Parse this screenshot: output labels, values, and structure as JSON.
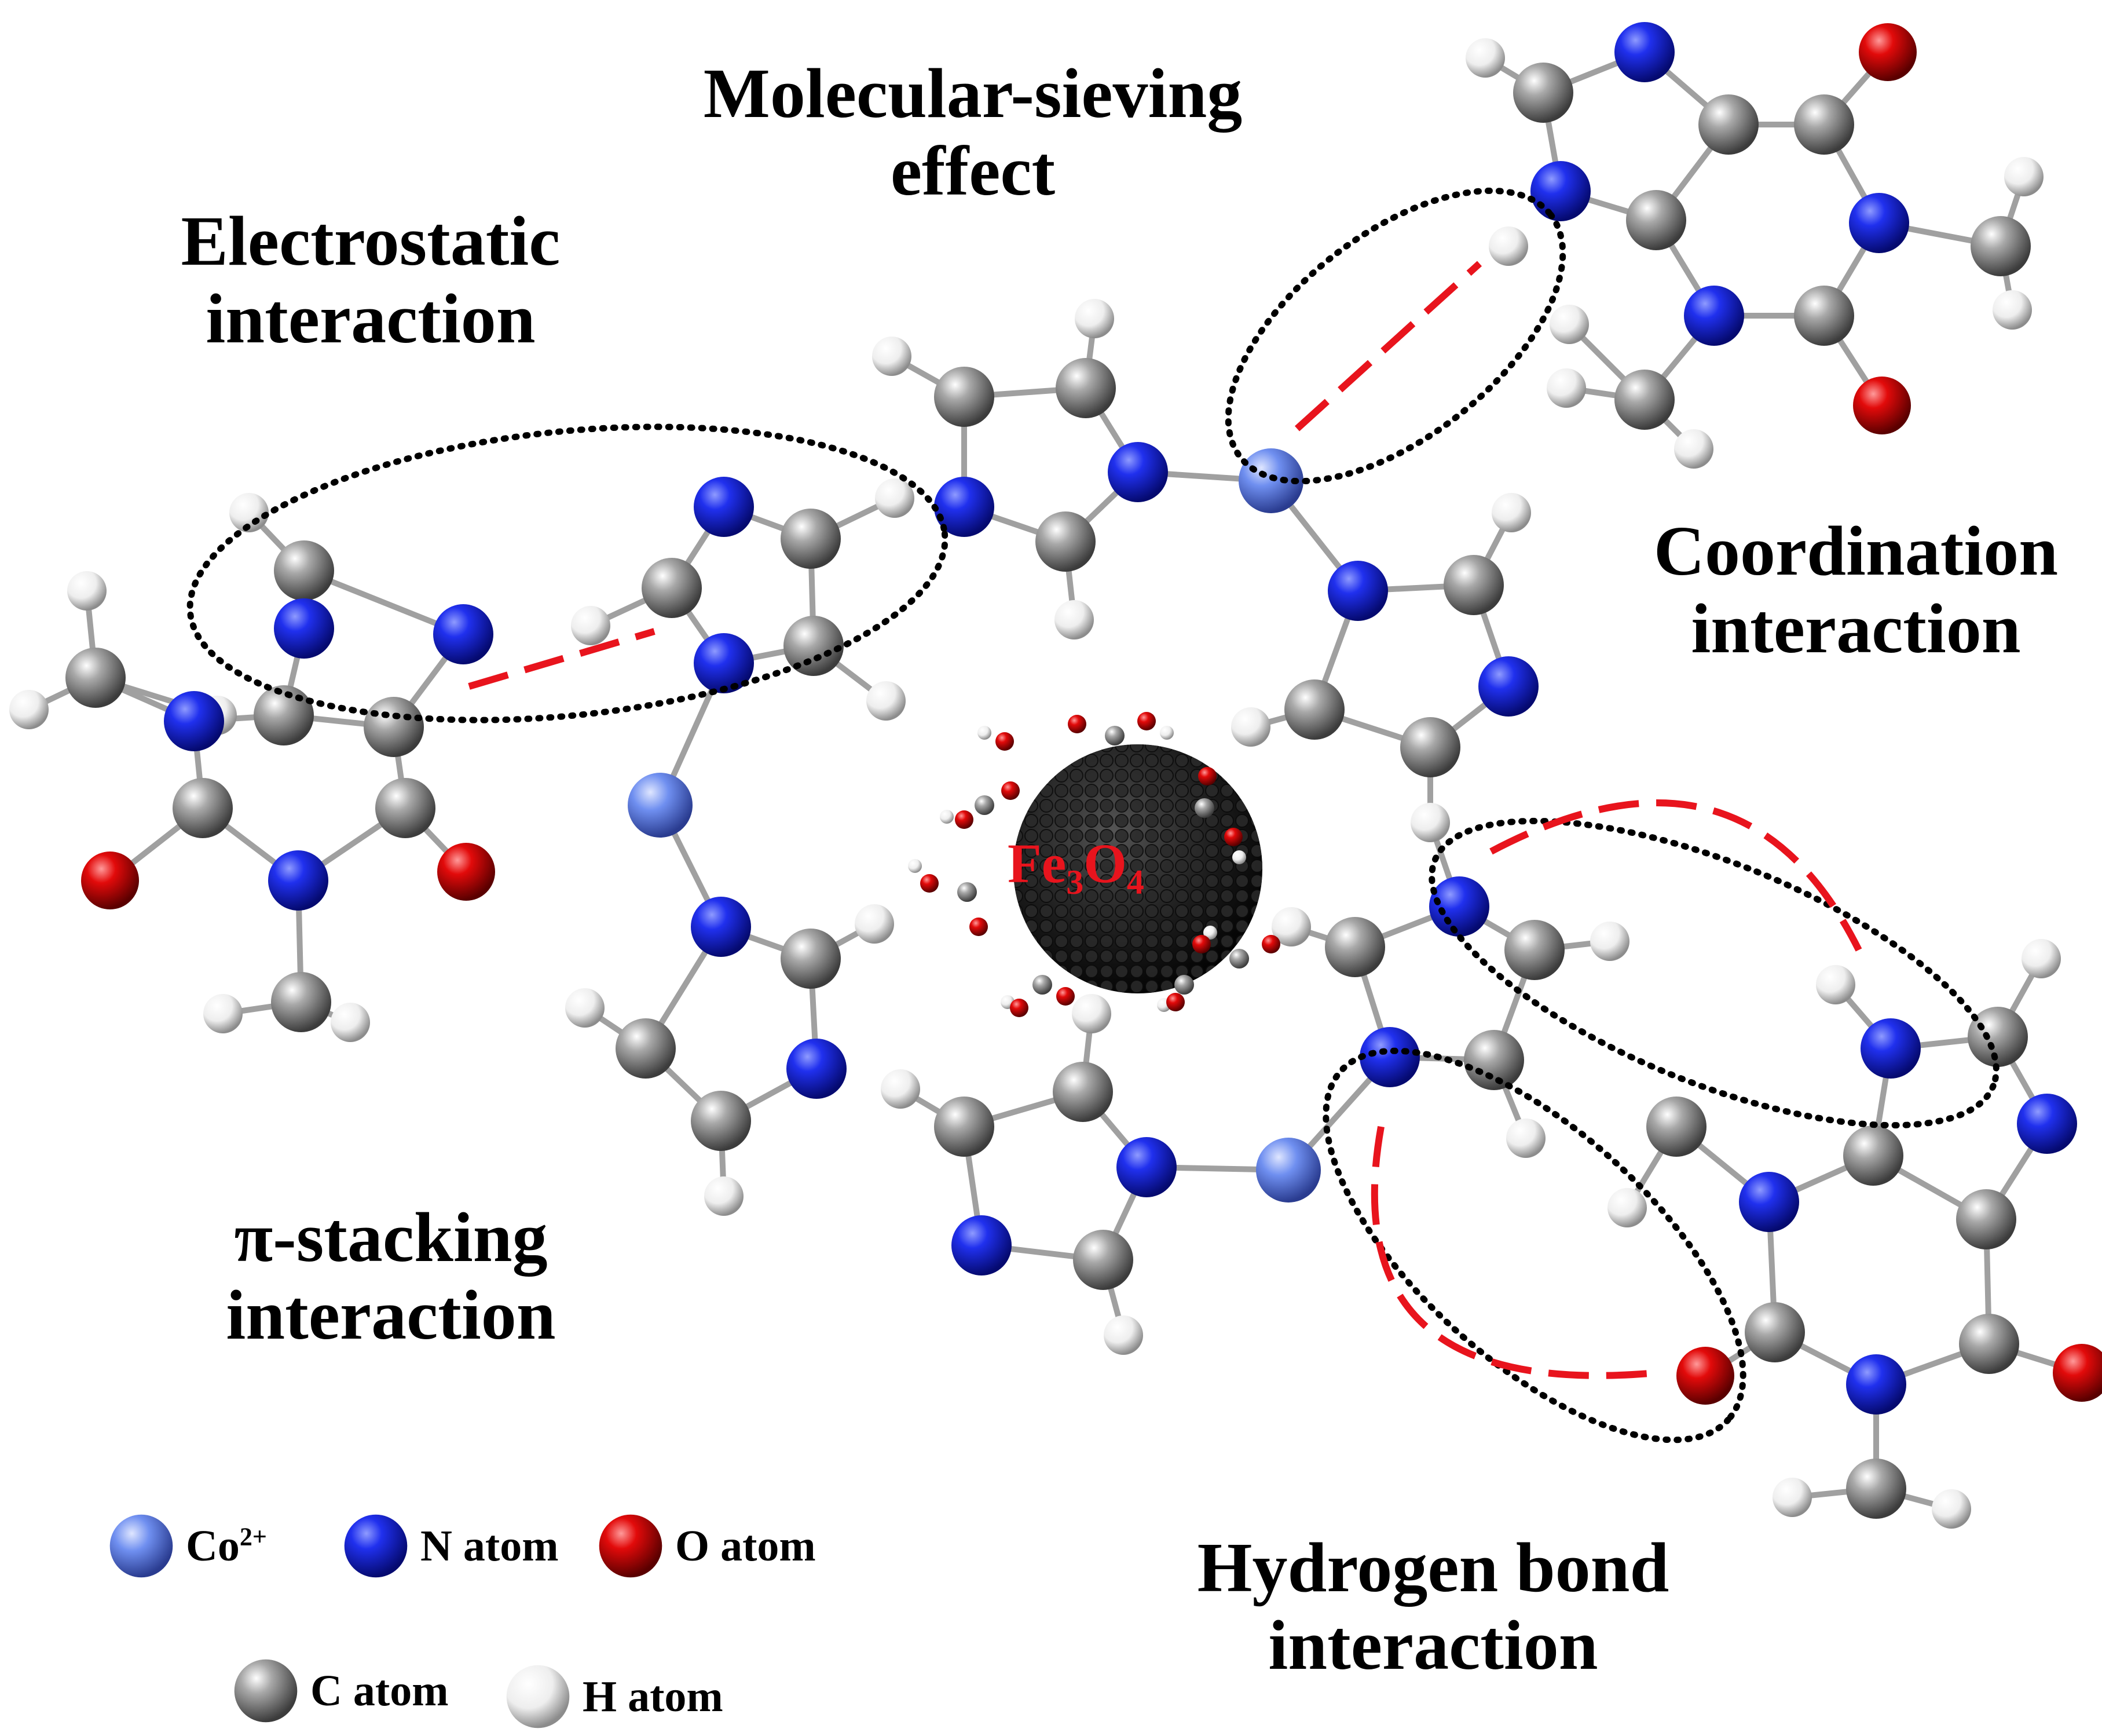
{
  "labels": {
    "molecular_sieving": [
      "Molecular-sieving",
      "effect"
    ],
    "electrostatic": [
      "Electrostatic",
      "interaction"
    ],
    "coordination": [
      "Coordination",
      "interaction"
    ],
    "pi_stacking": [
      "π-stacking",
      "interaction"
    ],
    "hydrogen_bond": [
      "Hydrogen bond",
      "interaction"
    ]
  },
  "core": {
    "formula_base": "Fe",
    "sub1": "3",
    "mid": "O",
    "sub2": "4"
  },
  "legend": {
    "co": {
      "text": "Co",
      "sup": "2+",
      "color": "#6f8ff0"
    },
    "n": {
      "text": "N atom",
      "color": "#1a24d8"
    },
    "o": {
      "text": "O atom",
      "color": "#e10d0d"
    },
    "c": {
      "text": "C atom",
      "color": "#8a8a8a"
    },
    "h": {
      "text": "H atom",
      "color": "#f2f2f2"
    }
  },
  "colors": {
    "interaction_line": "#e8141d",
    "outline_dots": "#000000"
  }
}
